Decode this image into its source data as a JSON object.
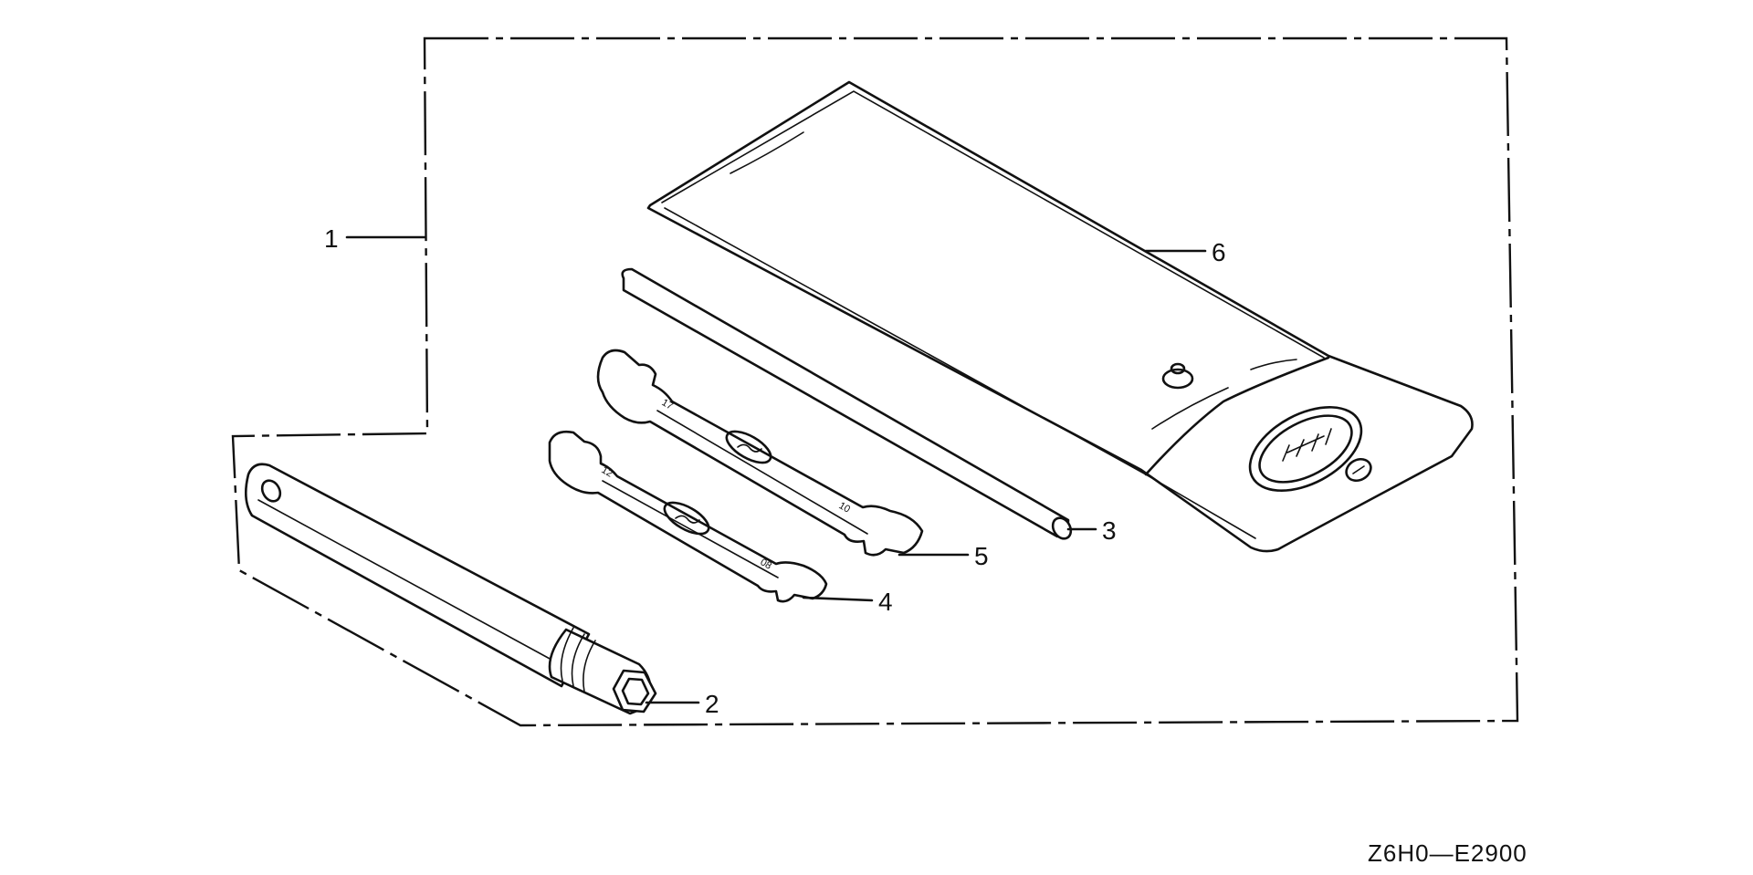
{
  "callouts": [
    {
      "id": "1",
      "part": "tool-set-assembly"
    },
    {
      "id": "2",
      "part": "plug-wrench"
    },
    {
      "id": "3",
      "part": "handle-bar"
    },
    {
      "id": "4",
      "part": "wrench-small"
    },
    {
      "id": "5",
      "part": "wrench-large"
    },
    {
      "id": "6",
      "part": "tool-bag"
    }
  ],
  "wrench_large": {
    "size_a": "17",
    "size_b": "10"
  },
  "wrench_small": {
    "size_a": "12",
    "size_b": "08"
  },
  "drawing_code": "Z6H0—E2900"
}
